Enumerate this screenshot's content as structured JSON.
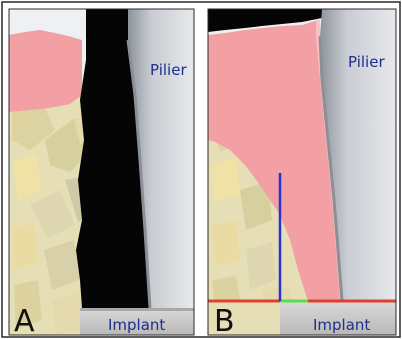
{
  "panels": [
    {
      "label": "A",
      "abutment_label": "Pilier",
      "implant_label": "Implant"
    },
    {
      "label": "B",
      "abutment_label": "Pilier",
      "implant_label": "Implant"
    }
  ],
  "colors": {
    "gum": "#f3a0a5",
    "gum_edge": "#f8c2c4",
    "gap": "#050505",
    "bone": "#e8e0b8",
    "abutment": "#d3d6dc",
    "implant": "#c5c5c5",
    "frame": "#2a2a2a",
    "measure_vertical": "#2b2fd6",
    "measure_horizontal": "#e0412e",
    "measure_contact": "#58e04a",
    "label_text": "#1e2f8a"
  }
}
